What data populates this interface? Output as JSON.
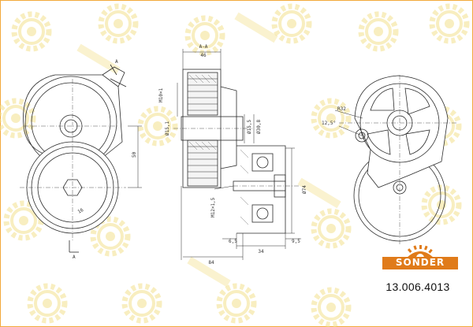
{
  "brand": {
    "name": "SONDER",
    "color": "#e07b1a",
    "watermark_color": "#f3df7a"
  },
  "part_number": "13.006.4013",
  "dimensions": {
    "section_label": "A-A",
    "width_46": "46",
    "d_m10": "M10×1",
    "d_15_1": "Ø15,1",
    "d_15_5": "Ø15,5",
    "d_30_8": "Ø30,8",
    "d_m12": "M12×1,5",
    "d_74": "Ø74",
    "len_6_5": "6,5",
    "len_9_5": "9,5",
    "len_34": "34",
    "len_84": "84",
    "len_50": "50",
    "hex_16": "16",
    "radius_32": "R32",
    "angle_12_5": "12,5°",
    "view_a_top": "A",
    "view_a_bottom": "A"
  }
}
